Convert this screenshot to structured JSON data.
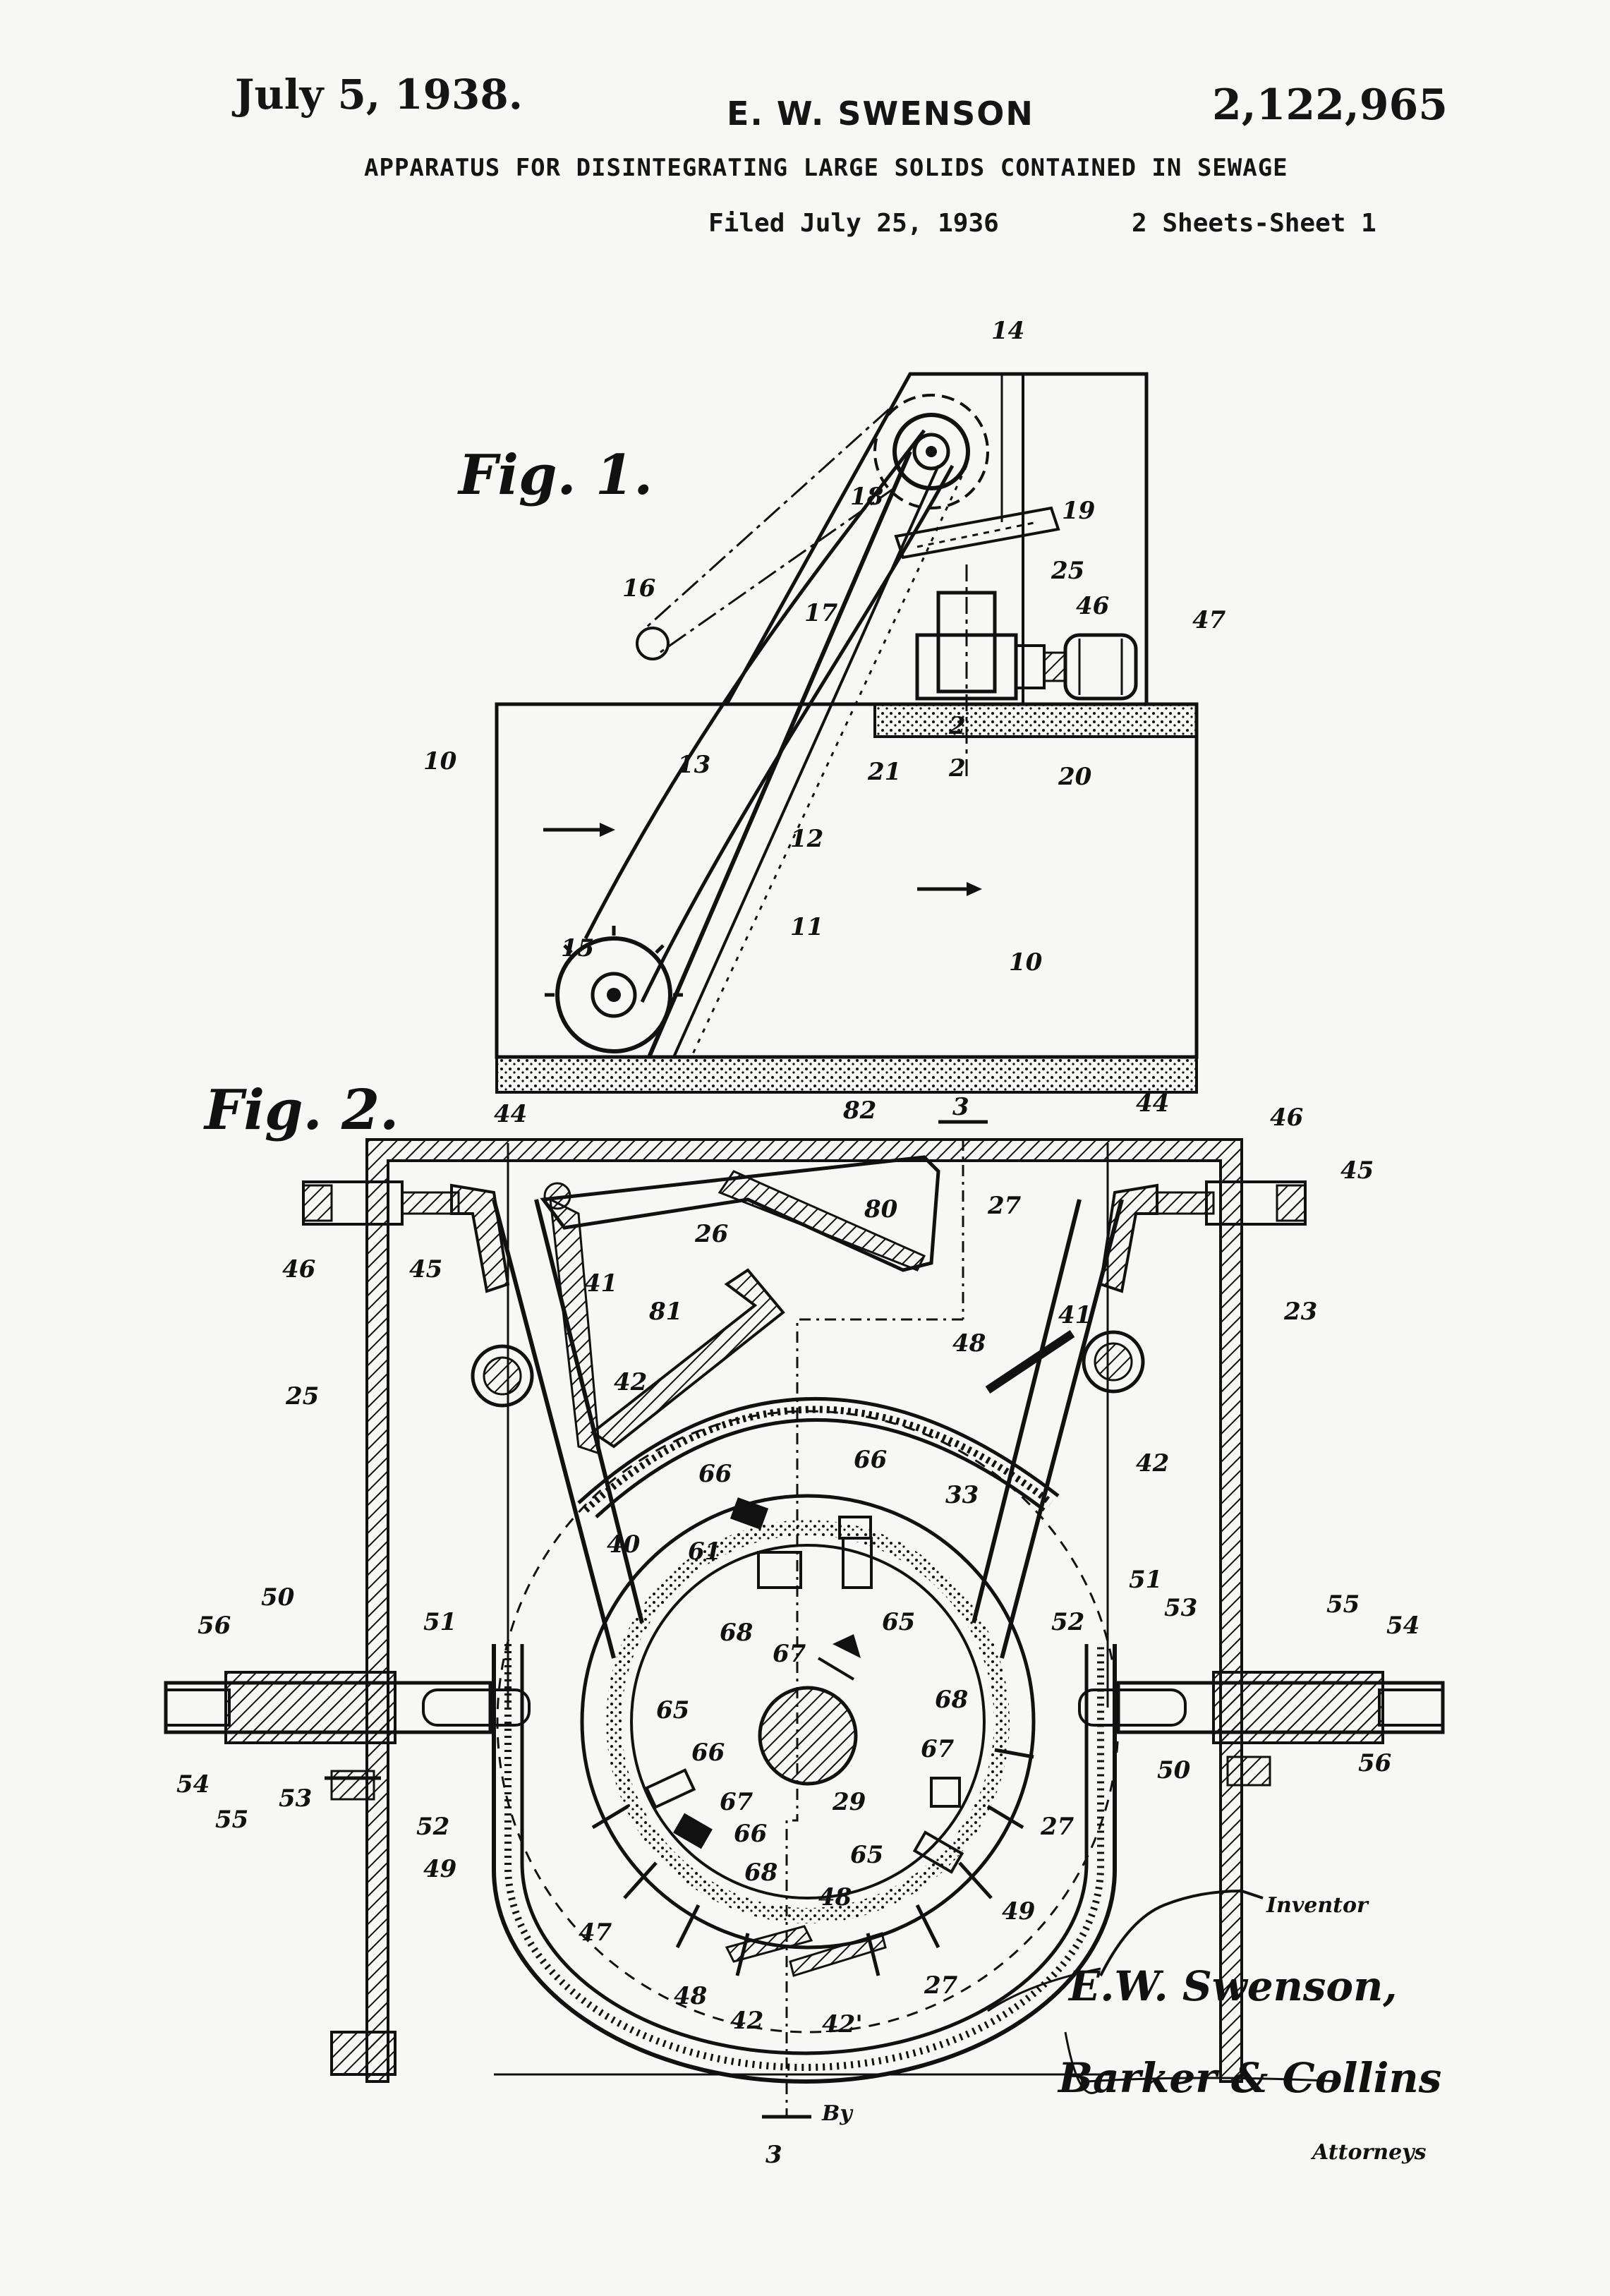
{
  "header": {
    "date": "July 5, 1938.",
    "inventor": "E. W. SWENSON",
    "patent_number": "2,122,965",
    "title": "APPARATUS FOR DISINTEGRATING LARGE SOLIDS CONTAINED IN SEWAGE",
    "filed": "Filed July 25, 1936",
    "sheets": "2 Sheets-Sheet 1"
  },
  "figures": {
    "fig1_label": "Fig. 1.",
    "fig2_label": "Fig. 2."
  },
  "fig1_refs": [
    "14",
    "18",
    "19",
    "16",
    "17",
    "25",
    "46",
    "47",
    "10",
    "13",
    "21",
    "2",
    "2",
    "20",
    "12",
    "15",
    "11",
    "10"
  ],
  "fig2_refs": [
    "44",
    "82",
    "3",
    "44",
    "46",
    "45",
    "46",
    "45",
    "26",
    "80",
    "27",
    "23",
    "41",
    "81",
    "41",
    "48",
    "25",
    "42",
    "42",
    "66",
    "66",
    "33",
    "40",
    "61",
    "68",
    "65",
    "67",
    "51",
    "51",
    "53",
    "55",
    "54",
    "56",
    "50",
    "52",
    "50",
    "52",
    "56",
    "54",
    "53",
    "55",
    "65",
    "66",
    "68",
    "67",
    "29",
    "67",
    "66",
    "65",
    "27",
    "49",
    "68",
    "48",
    "49",
    "47",
    "48",
    "27",
    "42",
    "42'",
    "3"
  ],
  "signature": {
    "inventor_label": "Inventor",
    "inventor_name": "E.W. Swenson,",
    "by": "By",
    "attorney_signature": "Barker & Collins",
    "attorneys_label": "Attorneys"
  }
}
